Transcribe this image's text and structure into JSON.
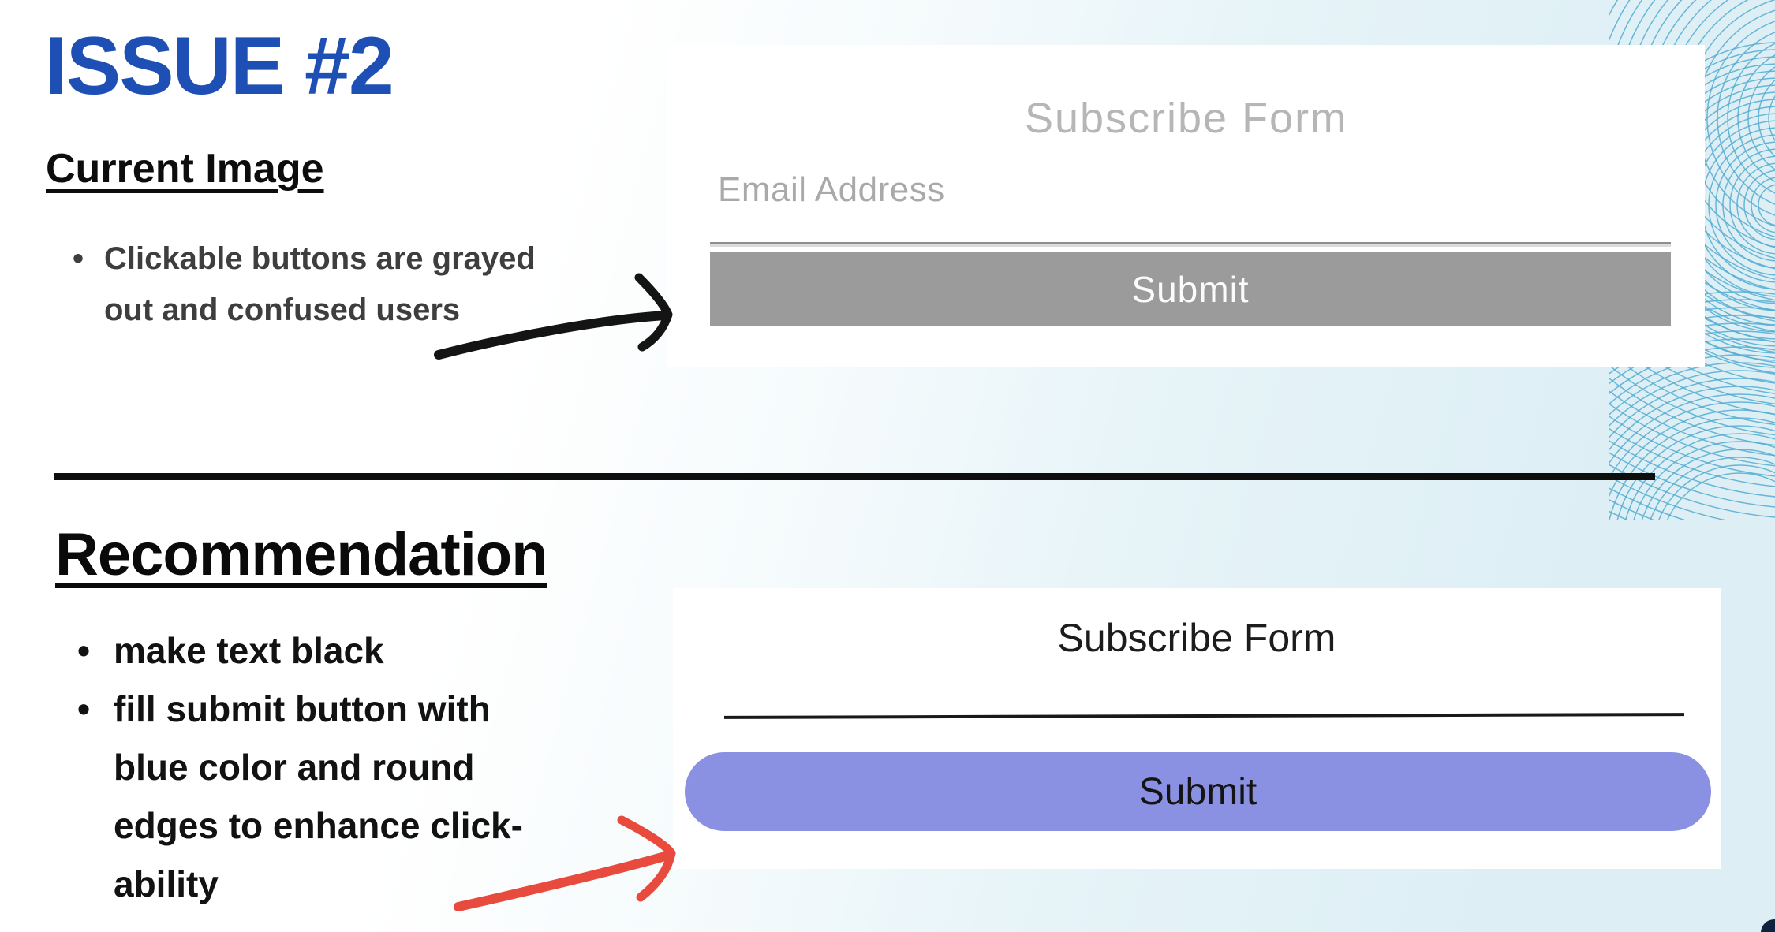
{
  "slide": {
    "issue_title": "ISSUE #2",
    "current": {
      "heading": "Current Image",
      "bullets": [
        "Clickable buttons are grayed out and confused users"
      ]
    },
    "recommendation": {
      "heading": "Recommendation",
      "bullets": [
        "make text black",
        "fill submit button with blue color and round edges to enhance click-ability"
      ]
    }
  },
  "forms": {
    "current": {
      "title": "Subscribe Form",
      "email_placeholder": "Email Address",
      "submit_label": "Submit"
    },
    "recommended": {
      "title": "Subscribe Form",
      "submit_label": "Submit"
    }
  },
  "icons": {
    "black_arrow": "hand-drawn arrow pointing right at current form",
    "red_arrow": "hand-drawn arrow pointing right at recommended form"
  },
  "colors": {
    "issue_blue": "#1e4fb4",
    "gray_button": "#9b9b9b",
    "purple_button": "#8b91e2",
    "red_arrow": "#e84b3d",
    "black_arrow": "#141414",
    "swirl_teal": "#54abd0",
    "bg_cyan": "#ddeff5"
  }
}
